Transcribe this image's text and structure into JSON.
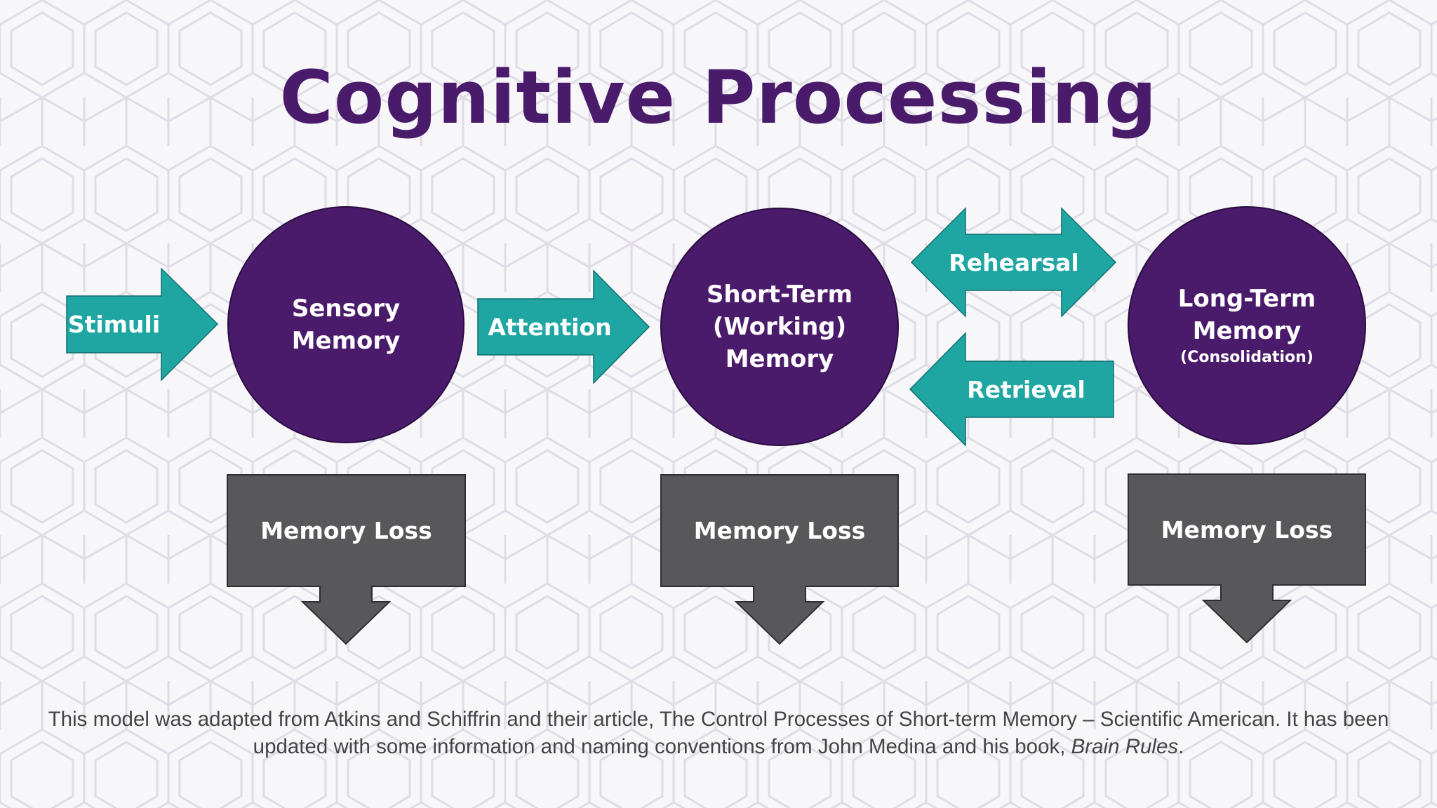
{
  "title": "Cognitive Processing",
  "colors": {
    "title": "#4a1a6b",
    "circle_fill": "#4a1a6b",
    "arrow_fill": "#1fa6a3",
    "loss_fill": "#58585a",
    "background": "#f7f6f9",
    "pattern_stroke": "#dcd9e3"
  },
  "arrows": {
    "stimuli": "Stimuli",
    "attention": "Attention",
    "rehearsal": "Rehearsal",
    "retrieval": "Retrieval"
  },
  "nodes": {
    "sensory": {
      "line1": "Sensory",
      "line2": "Memory"
    },
    "short_term": {
      "line1": "Short-Term",
      "line2": "(Working)",
      "line3": "Memory"
    },
    "long_term": {
      "line1": "Long-Term",
      "line2": "Memory",
      "sub": "(Consolidation)"
    }
  },
  "memory_loss": [
    "Memory Loss",
    "Memory Loss",
    "Memory Loss"
  ],
  "caption": {
    "text": "This model was adapted from Atkins and Schiffrin and their article, The Control Processes of Short-term Memory – Scientific American. It has been updated with some information and naming conventions from John Medina and his book,",
    "book": "Brain Rules",
    "end": "."
  }
}
